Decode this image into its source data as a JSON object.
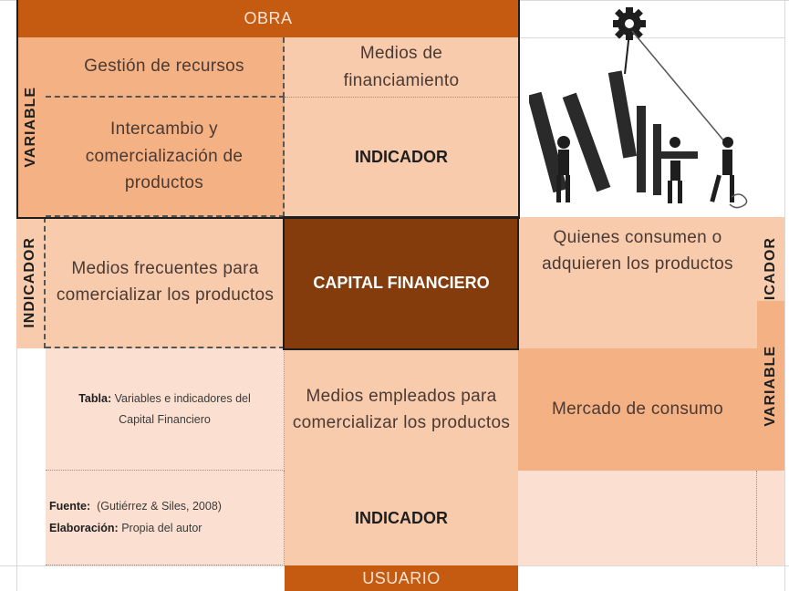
{
  "header": {
    "obra": "OBRA",
    "usuario": "USUARIO"
  },
  "labels": {
    "variable_left": "VARIABLE",
    "indicador_left": "INDICADOR",
    "indicador_right": "INDICADOR",
    "variable_right": "VARIABLE"
  },
  "cells": {
    "gestion": "Gestión de recursos",
    "medios_financiamiento": "Medios de financiamiento",
    "intercambio": "Intercambio y comercialización de productos",
    "indicador_top": "INDICADOR",
    "medios_frecuentes": "Medios frecuentes para comercializar los productos",
    "capital_financiero": "CAPITAL FINANCIERO",
    "quienes_consumen": "Quienes consumen o adquieren los productos",
    "medios_empleados": "Medios empleados para comercializar los productos",
    "mercado_consumo": "Mercado de consumo",
    "indicador_bottom": "INDICADOR"
  },
  "caption": {
    "tabla_label": "Tabla:",
    "tabla_text": "Variables e indicadores del Capital Financiero",
    "fuente_label": "Fuente:",
    "fuente_text": "(Gutiérrez & Siles, 2008)",
    "elaboracion_label": "Elaboración:",
    "elaboracion_text": "Propia del autor"
  },
  "colors": {
    "band": "#c55a11",
    "dark": "#843c0c",
    "mid": "#f4b183",
    "light": "#f8cbad",
    "pale": "#fbe0d1"
  },
  "illustration": {
    "icon": "people-lifting-bars-gear-icon"
  }
}
